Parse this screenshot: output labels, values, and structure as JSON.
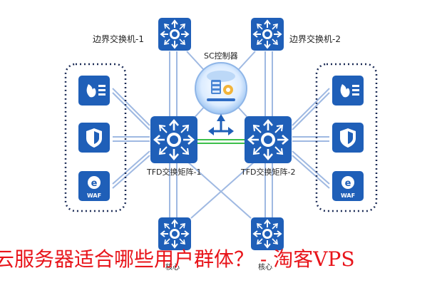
{
  "labels": {
    "border_switch_1": "边界交换机-1",
    "border_switch_2": "边界交换机-2",
    "sc_controller": "SC控制器",
    "tfd_matrix_1": "TFD交换矩阵-1",
    "tfd_matrix_2": "TFD交换矩阵-2",
    "core_1": "核心",
    "core_2": "核心"
  },
  "security_devices": {
    "waf_label": "WAF",
    "waf_letter": "e"
  },
  "caption": "云服务器适合哪些用户群体？ - 淘客VPS",
  "colors": {
    "node_blue": "#1f5fb8",
    "line_blue": "#9fb9e2",
    "link_green": "#3cbf4a",
    "caption_red": "#e8141a"
  }
}
